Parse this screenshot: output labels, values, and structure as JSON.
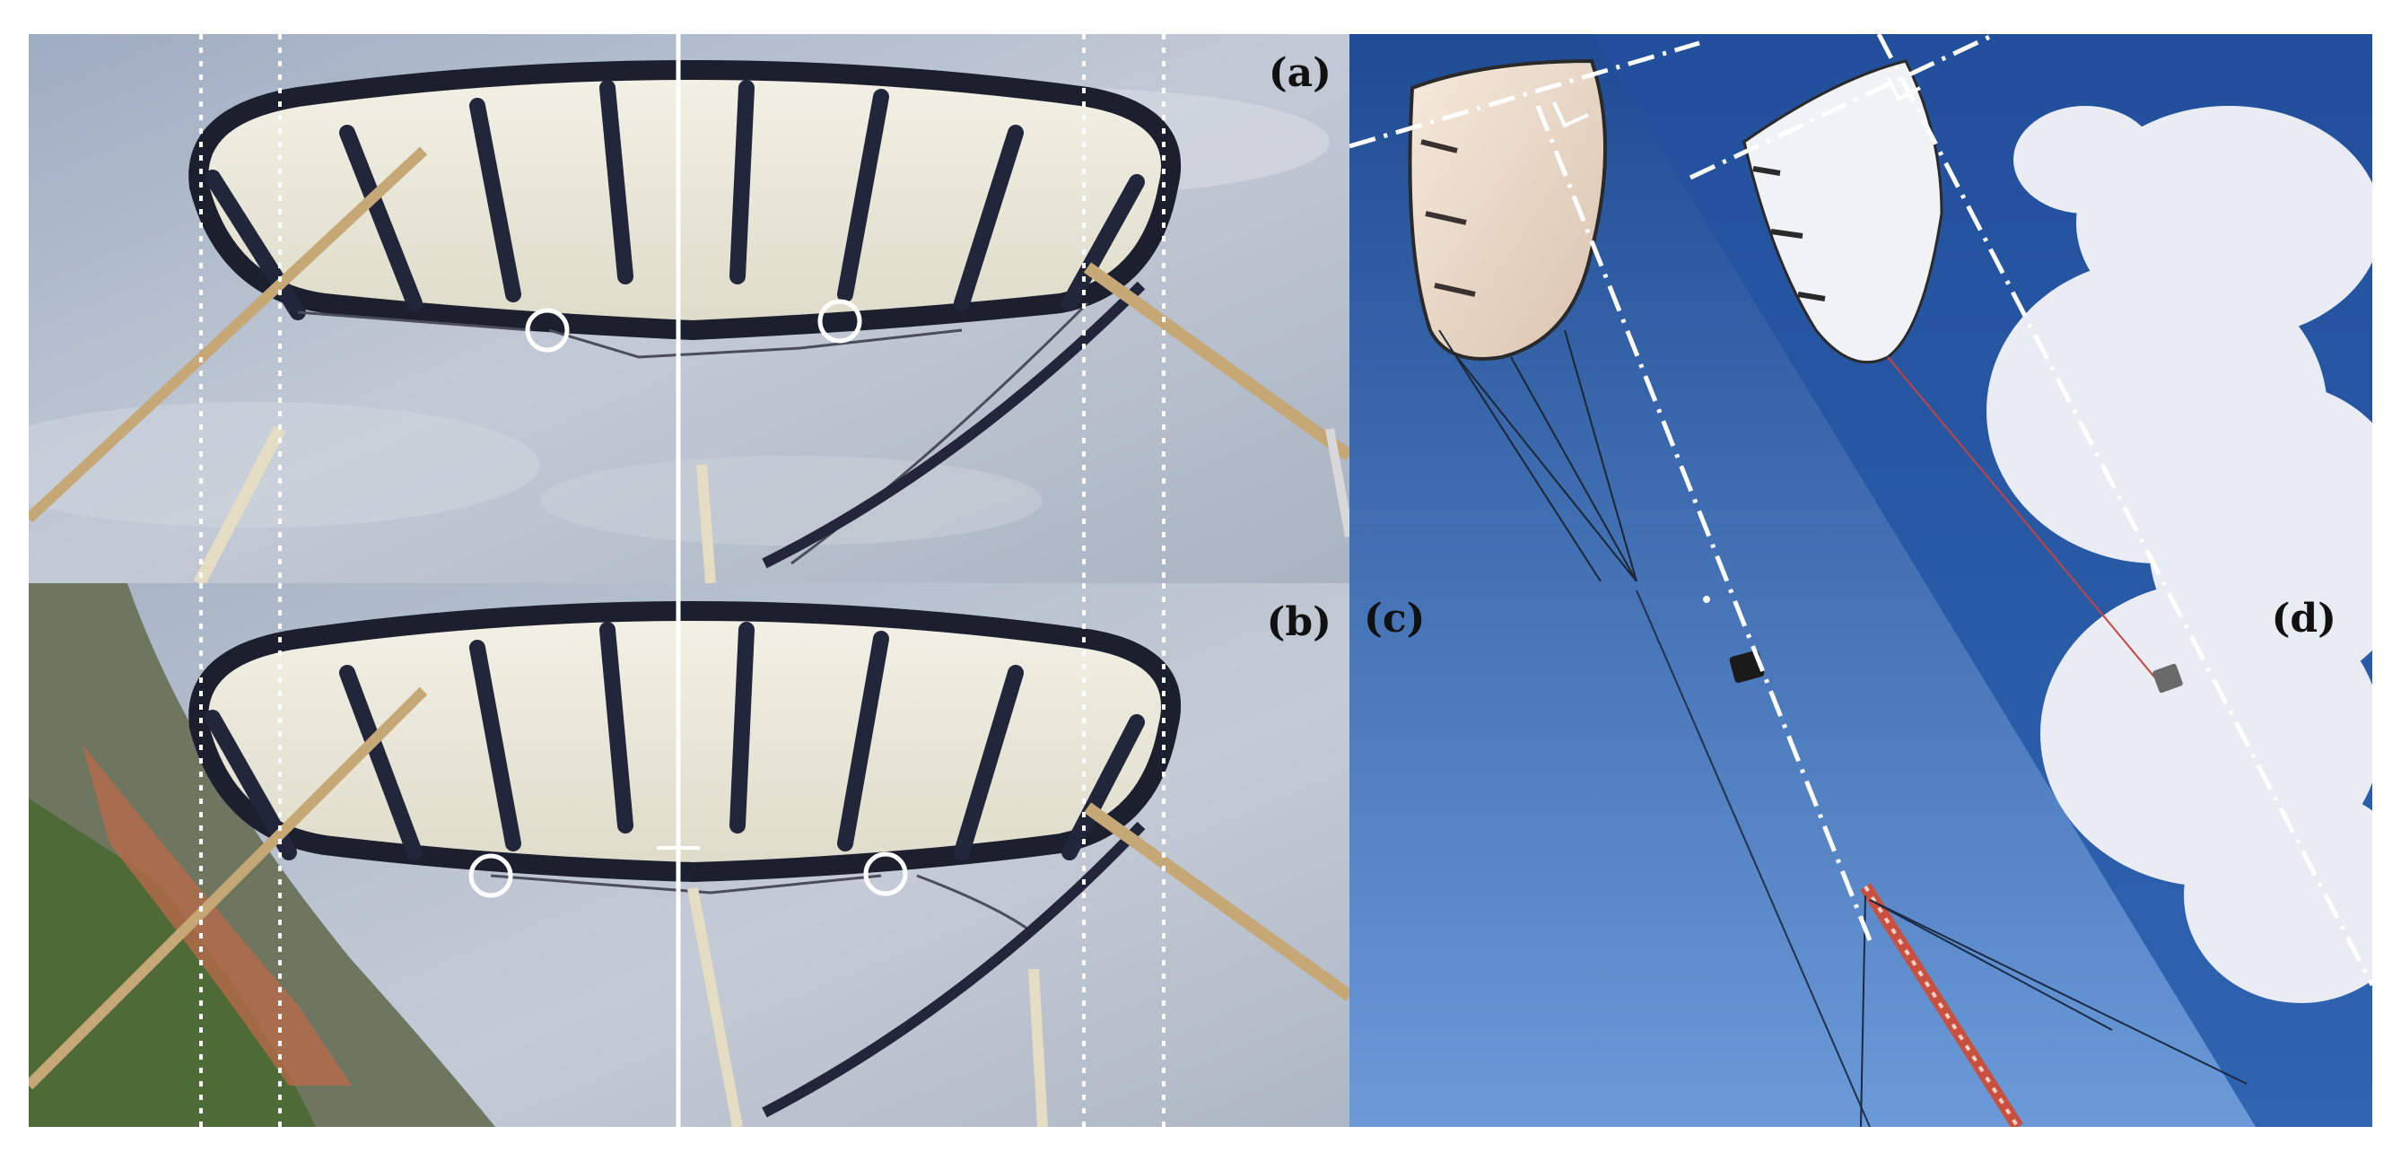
{
  "panels": {
    "a": {
      "label": "(a)"
    },
    "b": {
      "label": "(b)"
    },
    "c": {
      "label": "(c)"
    },
    "d": {
      "label": "(d)"
    }
  },
  "colors": {
    "sky_overcast": "#aeb8c8",
    "sky_blue": "#2f62a8",
    "sky_deep": "#1f4f96",
    "kite_canopy": "#ecebe0",
    "kite_edge": "#1c1f2e",
    "ground": "#4e6a36",
    "town": "#b66a4a",
    "mast": "#c8503e",
    "overlay_line": "#ffffff",
    "label_text": "#111111"
  },
  "icons": [
    "tracking-marker-circle-icon",
    "kite-control-pod-icon"
  ]
}
